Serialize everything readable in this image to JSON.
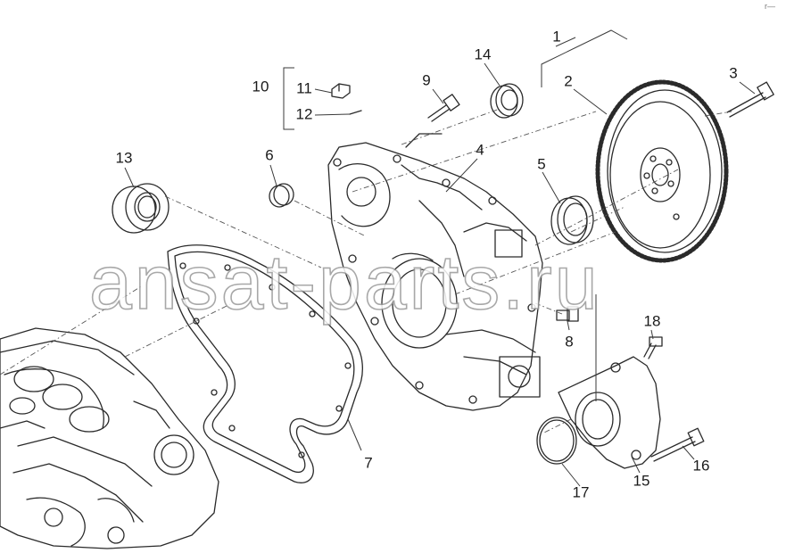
{
  "diagram": {
    "watermark": "ansat-parts.ru",
    "corner_mark": "r—",
    "callouts": {
      "c1": "1",
      "c2": "2",
      "c3": "3",
      "c4": "4",
      "c5": "5",
      "c6": "6",
      "c7": "7",
      "c8": "8",
      "c9": "9",
      "c10": "10",
      "c11": "11",
      "c12": "12",
      "c13": "13",
      "c14": "14",
      "c15": "15",
      "c16": "16",
      "c17": "17",
      "c18": "18"
    }
  },
  "colors": {
    "line": "#2a2a2a",
    "leader": "#555555",
    "fill": "#ffffff",
    "watermark_stroke": "#9a9a9a"
  }
}
